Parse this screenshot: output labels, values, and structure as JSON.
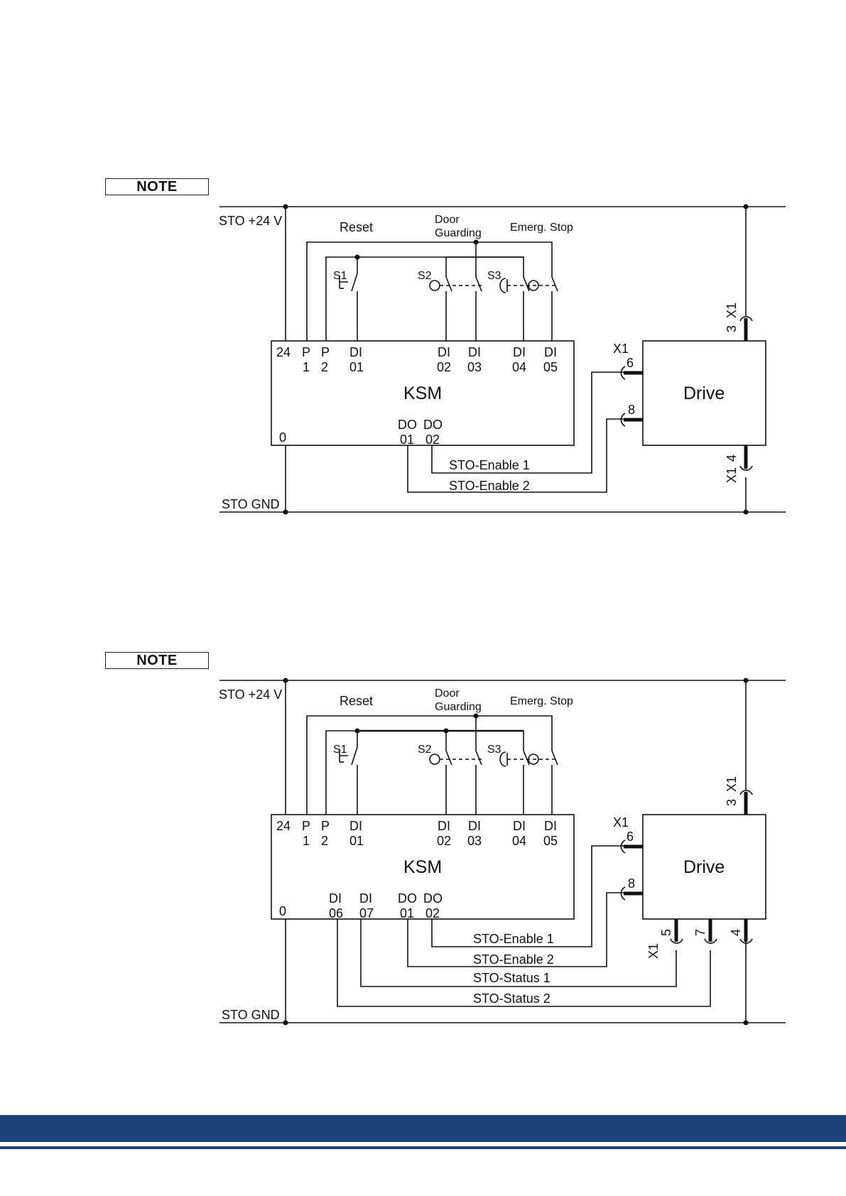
{
  "note_label": "NOTE",
  "labels": {
    "sto24v": "STO +24 V",
    "stognd": "STO GND",
    "reset": "Reset",
    "door": "Door",
    "guarding": "Guarding",
    "emerg_stop": "Emerg. Stop",
    "s1": "S1",
    "s2": "S2",
    "s3": "S3",
    "ksm": "KSM",
    "drive": "Drive",
    "x1": "X1",
    "zero": "0",
    "t24": "24",
    "p": "P",
    "n1": "1",
    "n2": "2",
    "n3": "3",
    "n4": "4",
    "n5": "5",
    "n6": "6",
    "n7": "7",
    "n8": "8",
    "di": "DI",
    "do": "DO",
    "c01": "01",
    "c02": "02",
    "c03": "03",
    "c04": "04",
    "c05": "05",
    "c06": "06",
    "c07": "07",
    "sto_enable1": "STO-Enable 1",
    "sto_enable2": "STO-Enable 2",
    "sto_status1": "STO-Status 1",
    "sto_status2": "STO-Status 2"
  },
  "colors": {
    "footer": "#1e4379",
    "line": "#111111"
  }
}
